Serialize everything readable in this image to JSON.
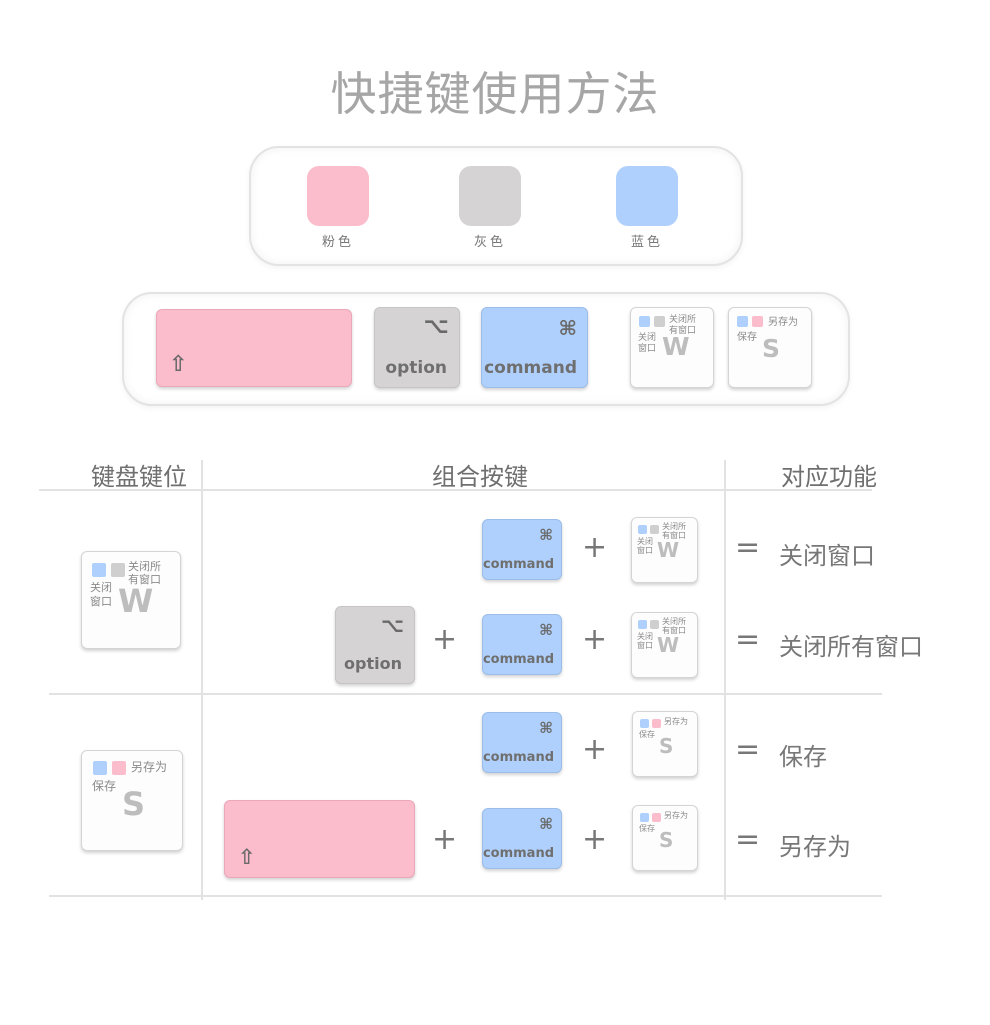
{
  "title": "快捷键使用方法",
  "legend": [
    {
      "label": "粉色",
      "color": "#fbbccc"
    },
    {
      "label": "灰色",
      "color": "#d5d3d4"
    },
    {
      "label": "蓝色",
      "color": "#afd0fc"
    }
  ],
  "keys": {
    "shift_glyph": "⇧",
    "option_glyph": "⌥",
    "option_label": "option",
    "command_glyph": "⌘",
    "command_label": "command",
    "w_key": {
      "letter": "W",
      "top": "关闭所",
      "top2": "有窗口",
      "side": "关闭",
      "side2": "窗口",
      "inline": "关闭所有窗口"
    },
    "s_key": {
      "letter": "S",
      "top": "另存为",
      "side": "保存"
    }
  },
  "table": {
    "headers": [
      "键盘键位",
      "组合按键",
      "对应功能"
    ],
    "plus": "+",
    "equals": "=",
    "rows": [
      {
        "function": "关闭窗口"
      },
      {
        "function": "关闭所有窗口"
      },
      {
        "function": "保存"
      },
      {
        "function": "另存为"
      }
    ]
  }
}
